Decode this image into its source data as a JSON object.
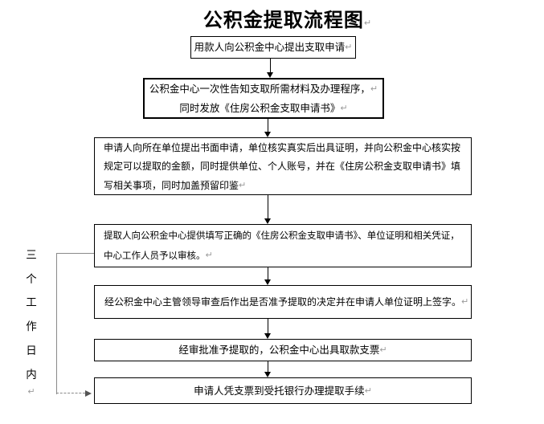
{
  "title": "公积金提取流程图",
  "eol_mark": "↵",
  "side_label": {
    "text": "三个工作日内"
  },
  "boxes": [
    {
      "name": "step-1-apply",
      "lines": [
        "用款人向公积金中心提出支取申请"
      ],
      "eol_lines": [
        0
      ]
    },
    {
      "name": "step-2-notify-materials",
      "lines": [
        "公积金中心一次性告知支取所需材料及办理程序，",
        "同时发放《住房公积金支取申请书》"
      ],
      "eol_lines": [
        0,
        1
      ]
    },
    {
      "name": "step-3-unit-written-application",
      "lines": [
        "申请人向所在单位提出书面申请，单位核实真实后出具证明，并向公积金中心核实按",
        "规定可以提取的金额，同时提供单位、个人账号，并在《住房公积金支取申请书》填",
        "写相关事项，同时加盖预留印鉴"
      ],
      "eol_lines": [
        2
      ]
    },
    {
      "name": "step-4-submit-for-review",
      "lines": [
        "提取人向公积金中心提供填写正确的《住房公积金支取申请书》、单位证明和相关凭证，",
        "中心工作人员予以审核。"
      ],
      "eol_lines": [
        1
      ]
    },
    {
      "name": "step-5-leader-decision",
      "lines": [
        "经公积金中心主管领导审查后作出是否准予提取的决定并在申请人单位证明上签字。"
      ],
      "eol_lines": [
        0
      ]
    },
    {
      "name": "step-6-issue-cheque",
      "lines": [
        "经审批准予提取的，公积金中心出具取款支票"
      ],
      "eol_lines": [
        0
      ]
    },
    {
      "name": "step-7-bank-withdrawal",
      "lines": [
        "申请人凭支票到受托银行办理提取手续"
      ],
      "eol_lines": [
        0
      ]
    }
  ],
  "colors": {
    "border": "#000000",
    "text": "#000000",
    "connector_gray": "#8a8a8a",
    "eol_gray": "#9a9a9a",
    "background": "#ffffff"
  }
}
